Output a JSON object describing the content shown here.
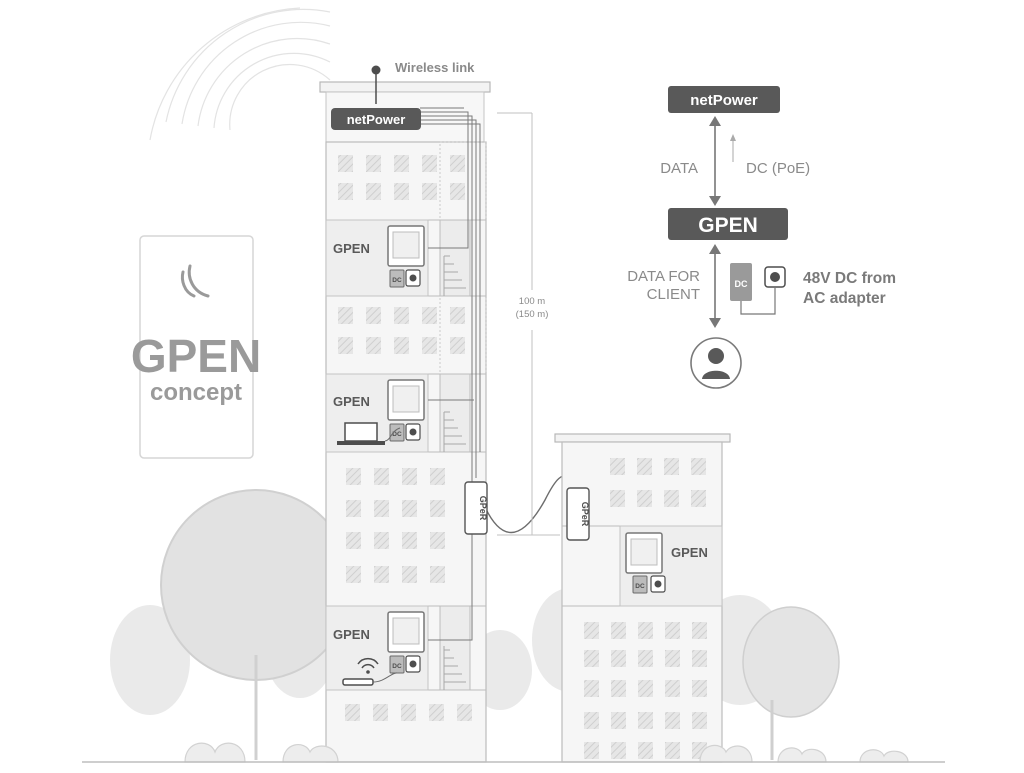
{
  "logo": {
    "title": "GPEN",
    "subtitle": "concept"
  },
  "labels": {
    "wireless_link": "Wireless link",
    "netpower": "netPower",
    "gpen": "GPEN",
    "gper": "GPeR",
    "dc": "DC",
    "distance_primary": "100 m",
    "distance_alt": "(150 m)"
  },
  "legend": {
    "netpower": "netPower",
    "data": "DATA",
    "dc_poe": "DC (PoE)",
    "gpen": "GPEN",
    "data_for_client_line1": "DATA FOR",
    "data_for_client_line2": "CLIENT",
    "dc": "DC",
    "adapter_line1": "48V DC from",
    "adapter_line2": "AC adapter"
  },
  "colors": {
    "dark_box": "#595959",
    "text_gray": "#8a8a8a",
    "text_dark": "#4d4d4d",
    "building_fill": "#f3f3f3",
    "window": "#dadada",
    "tree": "#e4e4e4",
    "tree_outline": "#d4d4d4"
  },
  "icons": [
    "router-logo-icon",
    "antenna-icon",
    "laptop-icon",
    "wifi-router-icon",
    "power-socket-icon",
    "user-icon",
    "stairs-icon"
  ]
}
